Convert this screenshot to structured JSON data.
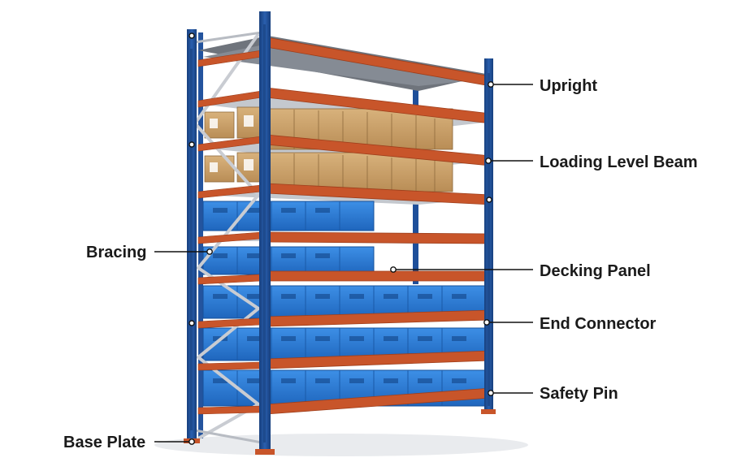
{
  "labels": {
    "upright": "Upright",
    "loading_level_beam": "Loading Level Beam",
    "bracing": "Bracing",
    "decking_panel": "Decking Panel",
    "end_connector": "End Connector",
    "safety_pin": "Safety Pin",
    "base_plate": "Base Plate"
  },
  "colors": {
    "upright_blue": "#1e4f9a",
    "beam_orange": "#c8552a",
    "bin_blue": "#2f7fd6",
    "carton_brown": "#c9a06a",
    "bracing_grey": "#c9ccd2",
    "deck_grey": "#8a8f98"
  }
}
